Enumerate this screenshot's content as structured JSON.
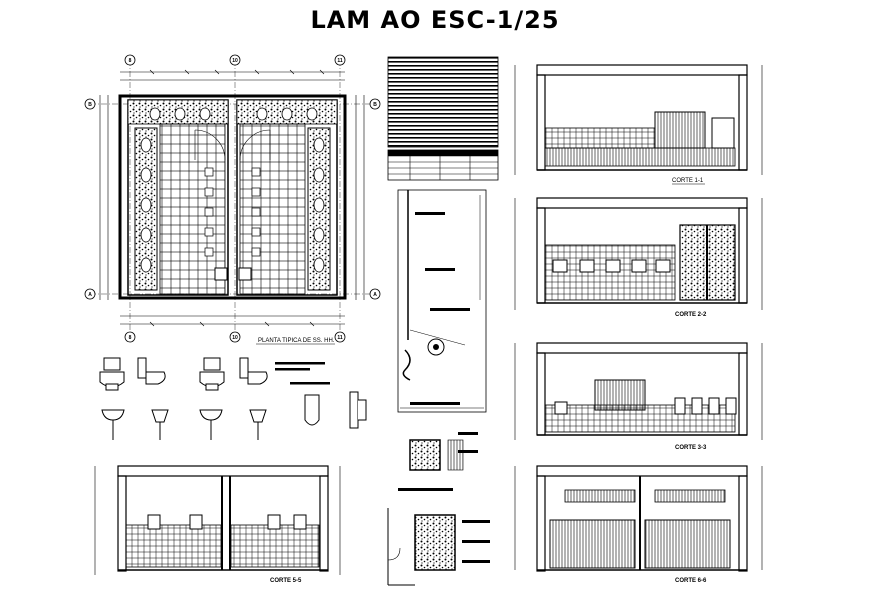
{
  "sheet": {
    "title": "LAM AO ESC-1/25"
  },
  "plan": {
    "label": "PLANTA TIPICA DE SS. HH.",
    "axis_top": [
      "8",
      "10",
      "11"
    ],
    "axis_side": [
      "B",
      "A"
    ]
  },
  "sections": {
    "c1": "CORTE 1-1",
    "c2": "CORTE 2-2",
    "c3": "CORTE 3-3",
    "c5": "CORTE 5-5",
    "c6": "CORTE 6-6"
  }
}
